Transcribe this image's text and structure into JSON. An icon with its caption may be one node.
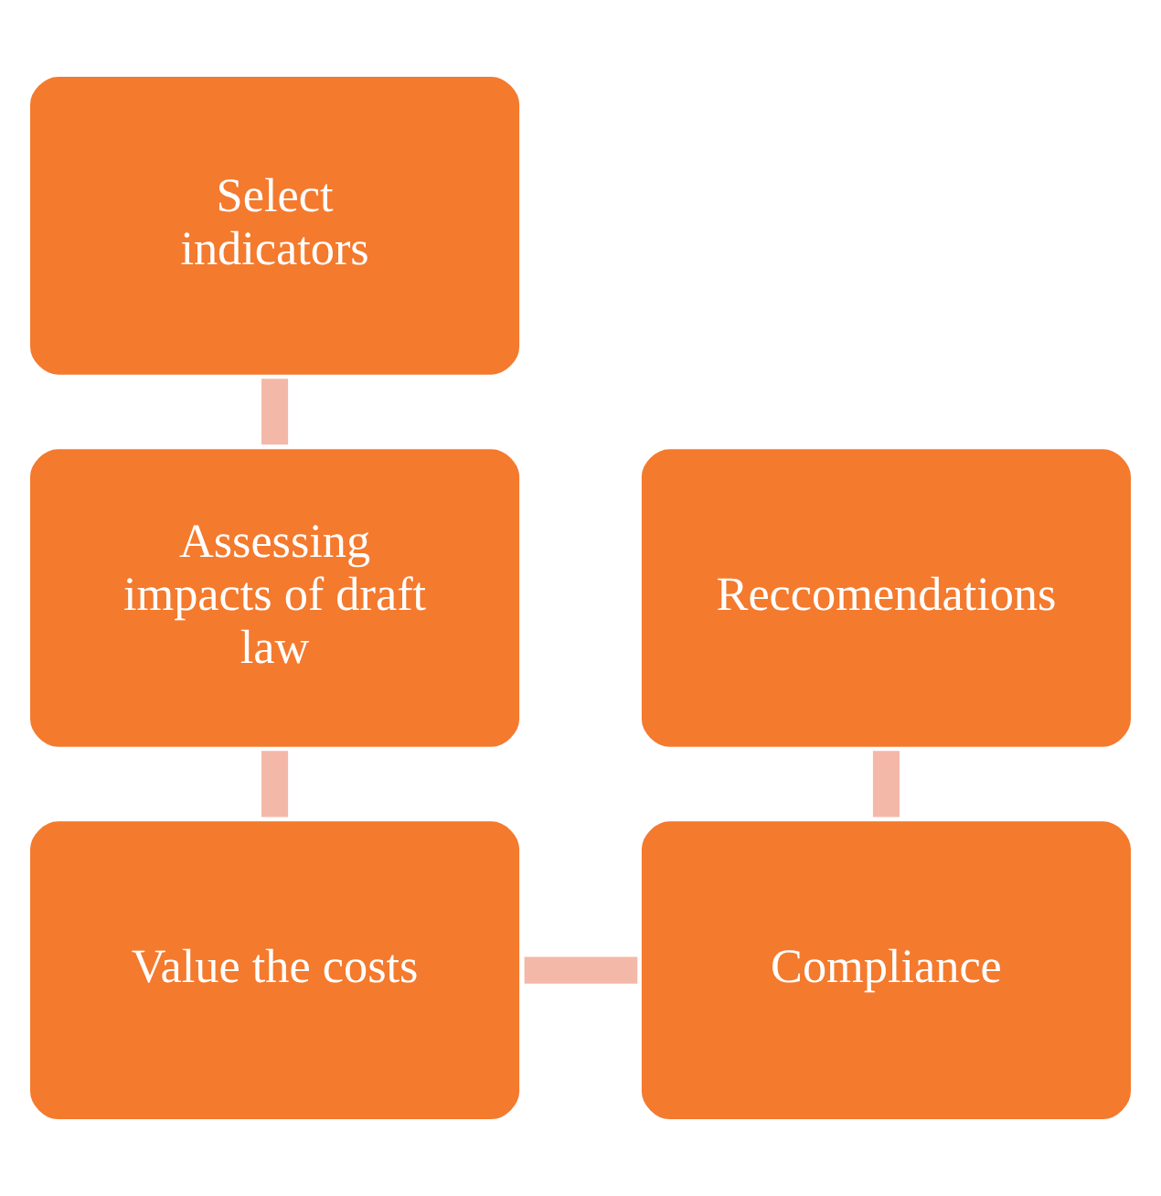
{
  "diagram": {
    "nodes": [
      {
        "text": [
          "Select indicators"
        ]
      },
      {
        "text": [
          "Assessing impacts of draft law"
        ]
      },
      {
        "text": [
          "Reccomendations"
        ]
      },
      {
        "text": [
          "Value the costs"
        ]
      },
      {
        "text": [
          "Compliance"
        ]
      }
    ],
    "edges": [
      {
        "from": 0,
        "to": 1,
        "arrow": "none"
      },
      {
        "from": 1,
        "to": 3,
        "arrow": "none"
      },
      {
        "from": 3,
        "to": 4,
        "arrow": "none"
      },
      {
        "from": 4,
        "to": 2,
        "arrow": "none"
      }
    ]
  }
}
